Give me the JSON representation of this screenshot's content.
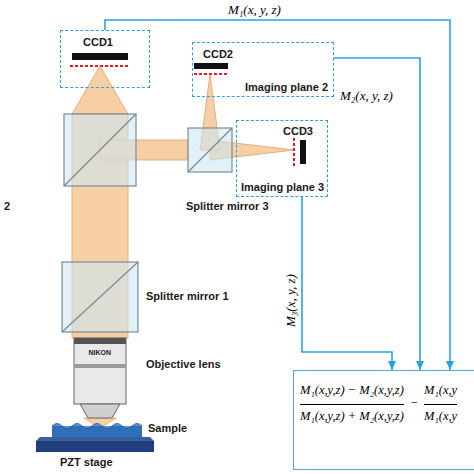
{
  "diagram": {
    "nodes": [
      {
        "text": [
          "CCD1"
        ]
      },
      {
        "text": [
          "CCD2",
          "Imaging plane 2"
        ]
      },
      {
        "text": [
          "CCD3",
          "Imaging plane 3"
        ]
      },
      {
        "text": [
          "M₁(x,y,z) − M₂(x,y,z)",
          "M₁(x,y,z) + M₂(x,y,z)",
          "−",
          "M₁(x,y",
          "M₁(x,y"
        ]
      }
    ],
    "edges": [
      {
        "from": 0,
        "to": 3,
        "arrow": "to",
        "label": "M₁(x, y, z)"
      },
      {
        "from": 1,
        "to": 3,
        "arrow": "to",
        "label": "M₂(x, y, z)"
      },
      {
        "from": 2,
        "to": 3,
        "arrow": "to",
        "label": "M₃(x, y, z)"
      }
    ],
    "labels": [
      "2",
      "Splitter mirror 3",
      "Splitter mirror 1",
      "Objective lens",
      "Sample",
      "PZT stage",
      "NIKON"
    ]
  }
}
